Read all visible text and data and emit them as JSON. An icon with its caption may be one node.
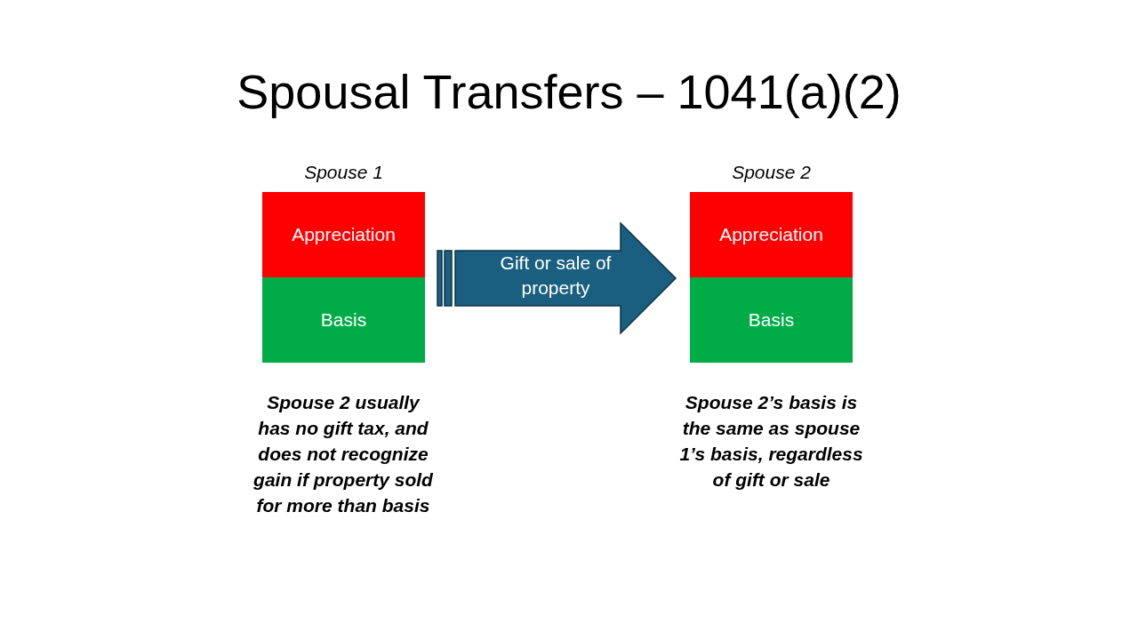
{
  "diagram": {
    "title": "Spousal Transfers – 1041(a)(2)",
    "nodes": [
      {
        "text": [
          "Spouse 1"
        ]
      },
      {
        "text": [
          "Appreciation"
        ],
        "in": 0
      },
      {
        "text": [
          "Basis"
        ],
        "in": 0
      },
      {
        "text": [
          "Spouse 2"
        ]
      },
      {
        "text": [
          "Appreciation"
        ],
        "in": 3
      },
      {
        "text": [
          "Basis"
        ],
        "in": 3
      }
    ],
    "edges": [
      {
        "from": 0,
        "to": 3,
        "arrow": "to",
        "label": "Gift or sale of property",
        "style": "thick"
      }
    ],
    "labels": [
      "Spouse 2 usually has no gift tax, and does not recognize gain if property sold for more than basis",
      "Spouse 2’s basis is the same as spouse 1’s basis, regardless of gift or sale"
    ]
  }
}
